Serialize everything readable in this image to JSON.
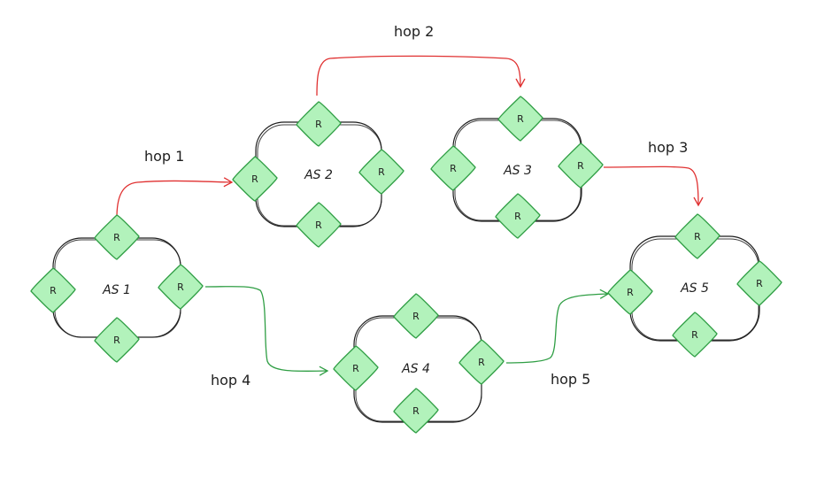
{
  "colors": {
    "router_fill": "#b2f2bb",
    "router_stroke": "#2f9e44",
    "red_path": "#e03131",
    "green_path": "#2f9e44",
    "as_stroke": "#1e1e1e"
  },
  "router_label": "R",
  "autonomous_systems": [
    {
      "id": "as1",
      "label": "AS 1"
    },
    {
      "id": "as2",
      "label": "AS 2"
    },
    {
      "id": "as3",
      "label": "AS 3"
    },
    {
      "id": "as4",
      "label": "AS 4"
    },
    {
      "id": "as5",
      "label": "AS 5"
    }
  ],
  "hops": [
    {
      "id": "hop1",
      "label": "hop 1",
      "color": "red"
    },
    {
      "id": "hop2",
      "label": "hop 2",
      "color": "red"
    },
    {
      "id": "hop3",
      "label": "hop 3",
      "color": "red"
    },
    {
      "id": "hop4",
      "label": "hop 4",
      "color": "green"
    },
    {
      "id": "hop5",
      "label": "hop 5",
      "color": "green"
    }
  ]
}
